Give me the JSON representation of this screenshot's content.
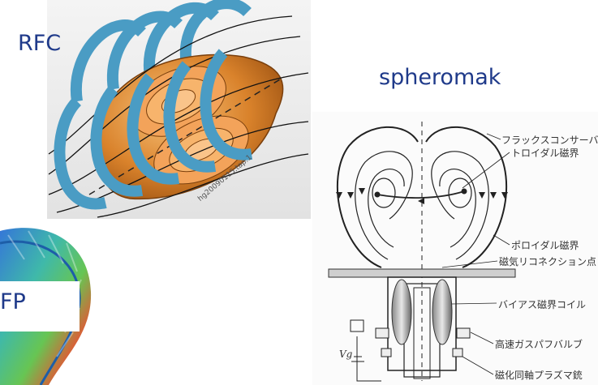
{
  "labels": {
    "rfc": "RFC",
    "spheromak": "spheromak",
    "rfp": "FP",
    "watermark": "hg20090115.tap.1"
  },
  "spheromak_annotations": [
    "フラックスコンサーバー",
    "トロイダル磁界",
    "ポロイダル磁界",
    "磁気リコネクション点",
    "バイアス磁界コイル",
    "高速ガスパフバルブ",
    "磁化同軸プラズマ銃"
  ],
  "vg_label": "Vg",
  "colors": {
    "label_blue": "#1f3a8a",
    "coil_blue": "#4a9cc4",
    "plasma_orange": "#d9822b"
  }
}
